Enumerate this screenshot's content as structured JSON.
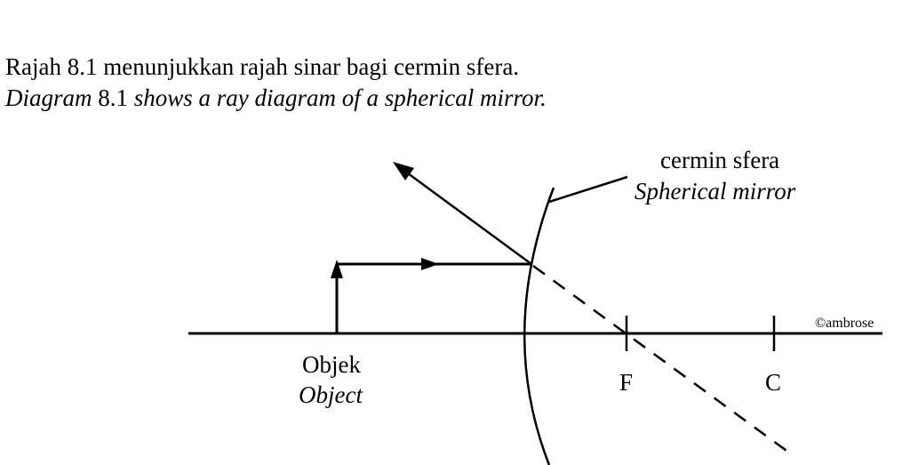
{
  "caption": {
    "line1": "Rajah 8.1 menunjukkan rajah sinar bagi cermin sfera.",
    "line2_part1": "Diagram",
    "line2_part2": " 8.1 ",
    "line2_part3": "shows a ray diagram of a spherical mirror."
  },
  "labels": {
    "mirror_malay": "cermin sfera",
    "mirror_english": "Spherical mirror",
    "object_malay": "Objek",
    "object_english": "Object",
    "focal_point": "F",
    "center_of_curvature": "C",
    "watermark": "©ambrose"
  },
  "colors": {
    "stroke": "#000000",
    "background": "#ffffff"
  }
}
